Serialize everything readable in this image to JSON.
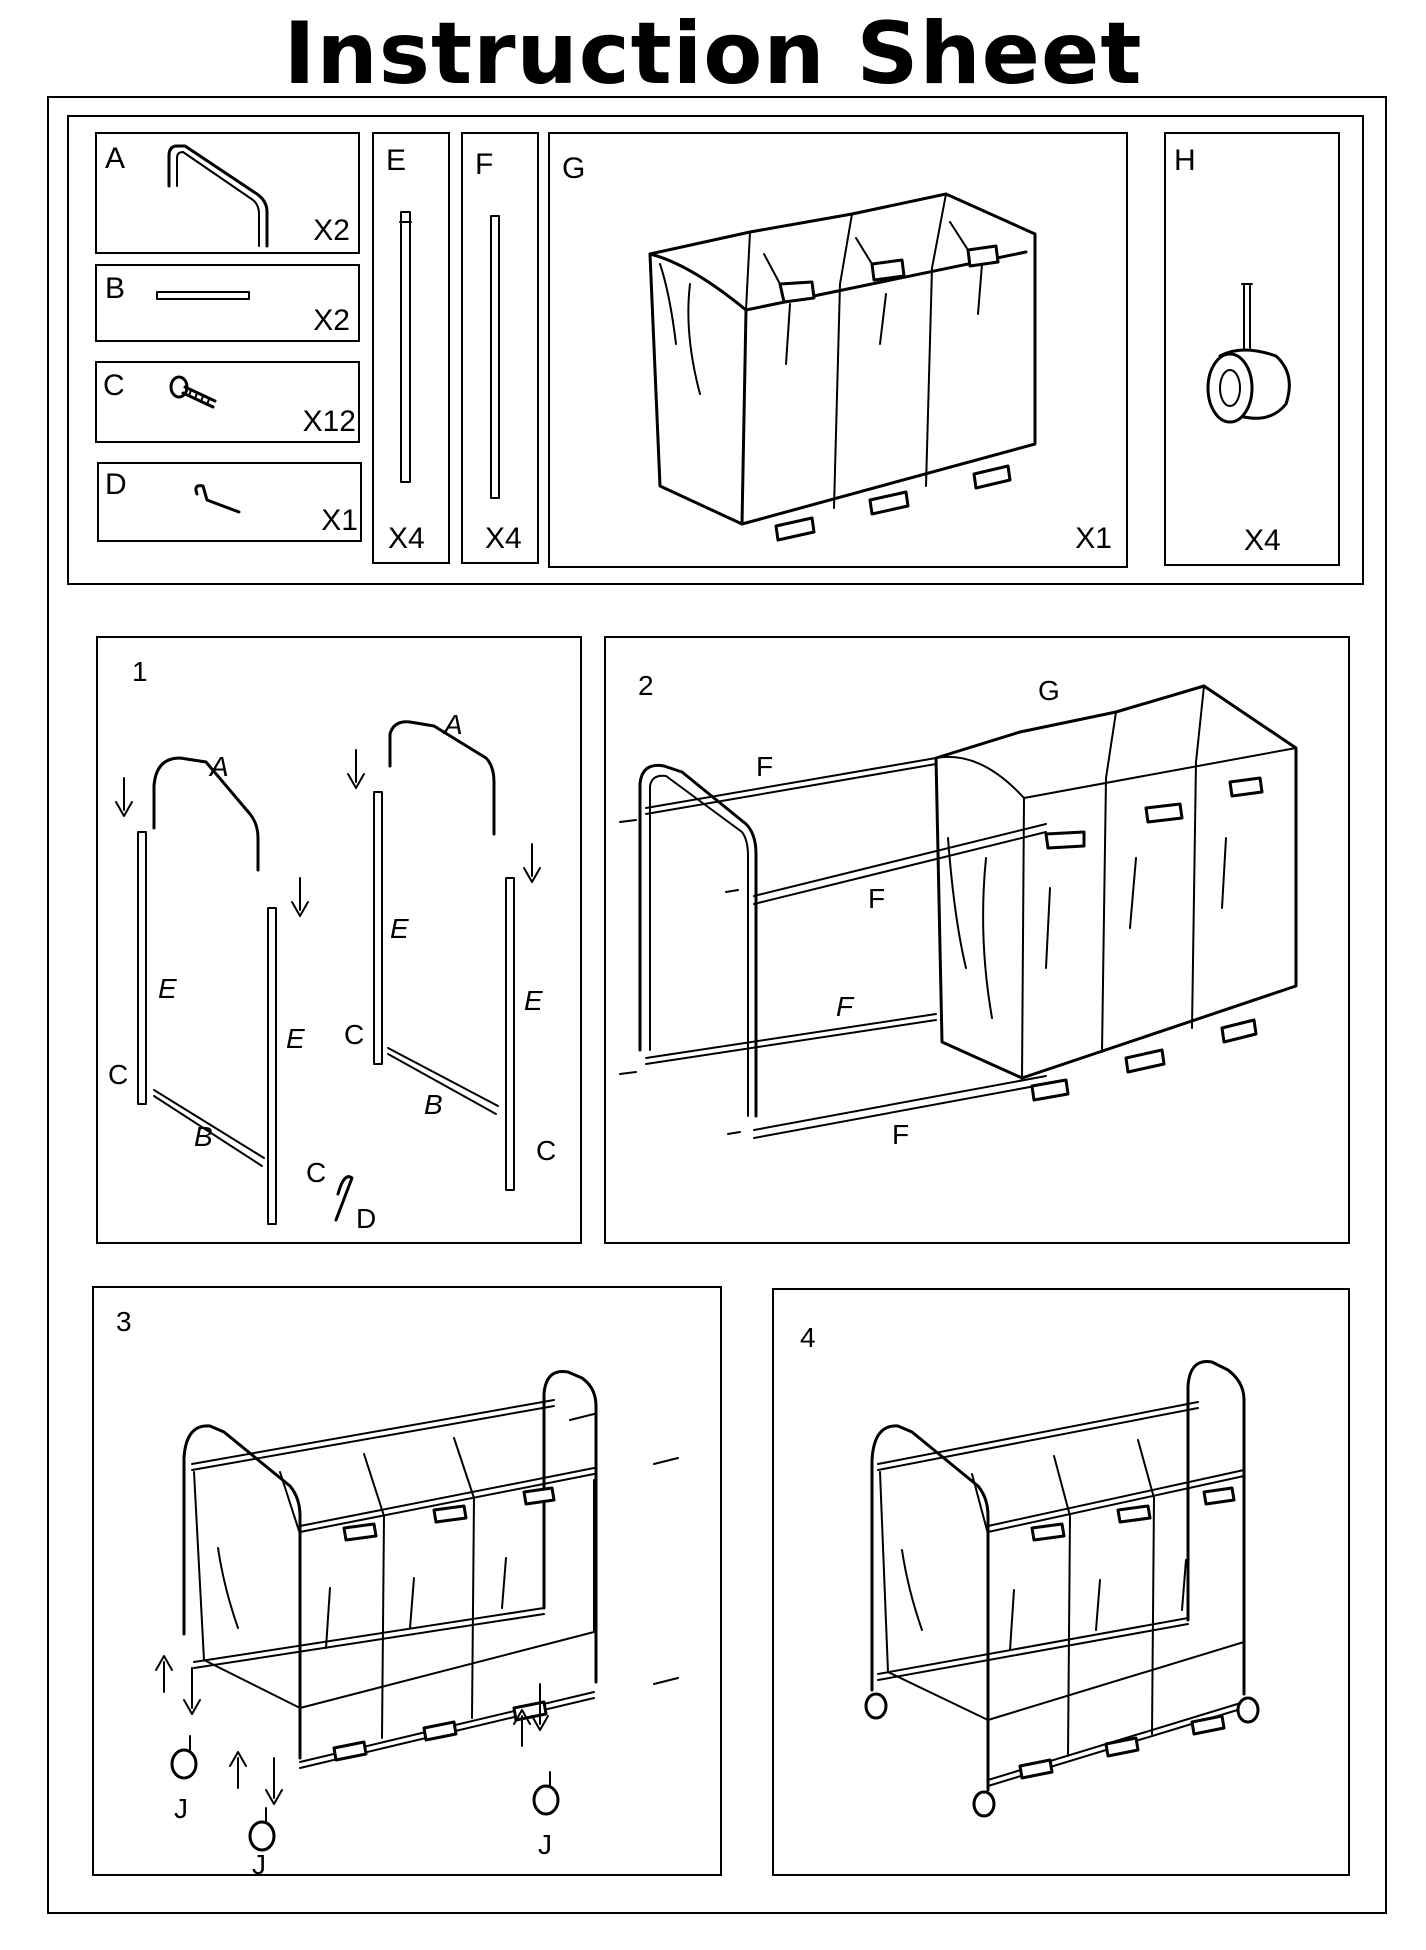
{
  "title": "Instruction Sheet",
  "parts": [
    {
      "id": "A",
      "qty": "X2"
    },
    {
      "id": "B",
      "qty": "X2"
    },
    {
      "id": "C",
      "qty": "X12"
    },
    {
      "id": "D",
      "qty": "X1"
    },
    {
      "id": "E",
      "qty": "X4"
    },
    {
      "id": "F",
      "qty": "X4"
    },
    {
      "id": "G",
      "qty": "X1"
    },
    {
      "id": "H",
      "qty": "X4"
    }
  ],
  "steps": [
    {
      "number": "1",
      "labels": {
        "a": "A",
        "b": "B",
        "c": "C",
        "d": "D",
        "e": "E"
      }
    },
    {
      "number": "2",
      "labels": {
        "f": "F",
        "g": "G"
      }
    },
    {
      "number": "3",
      "labels": {
        "j": "J"
      }
    },
    {
      "number": "4"
    }
  ]
}
